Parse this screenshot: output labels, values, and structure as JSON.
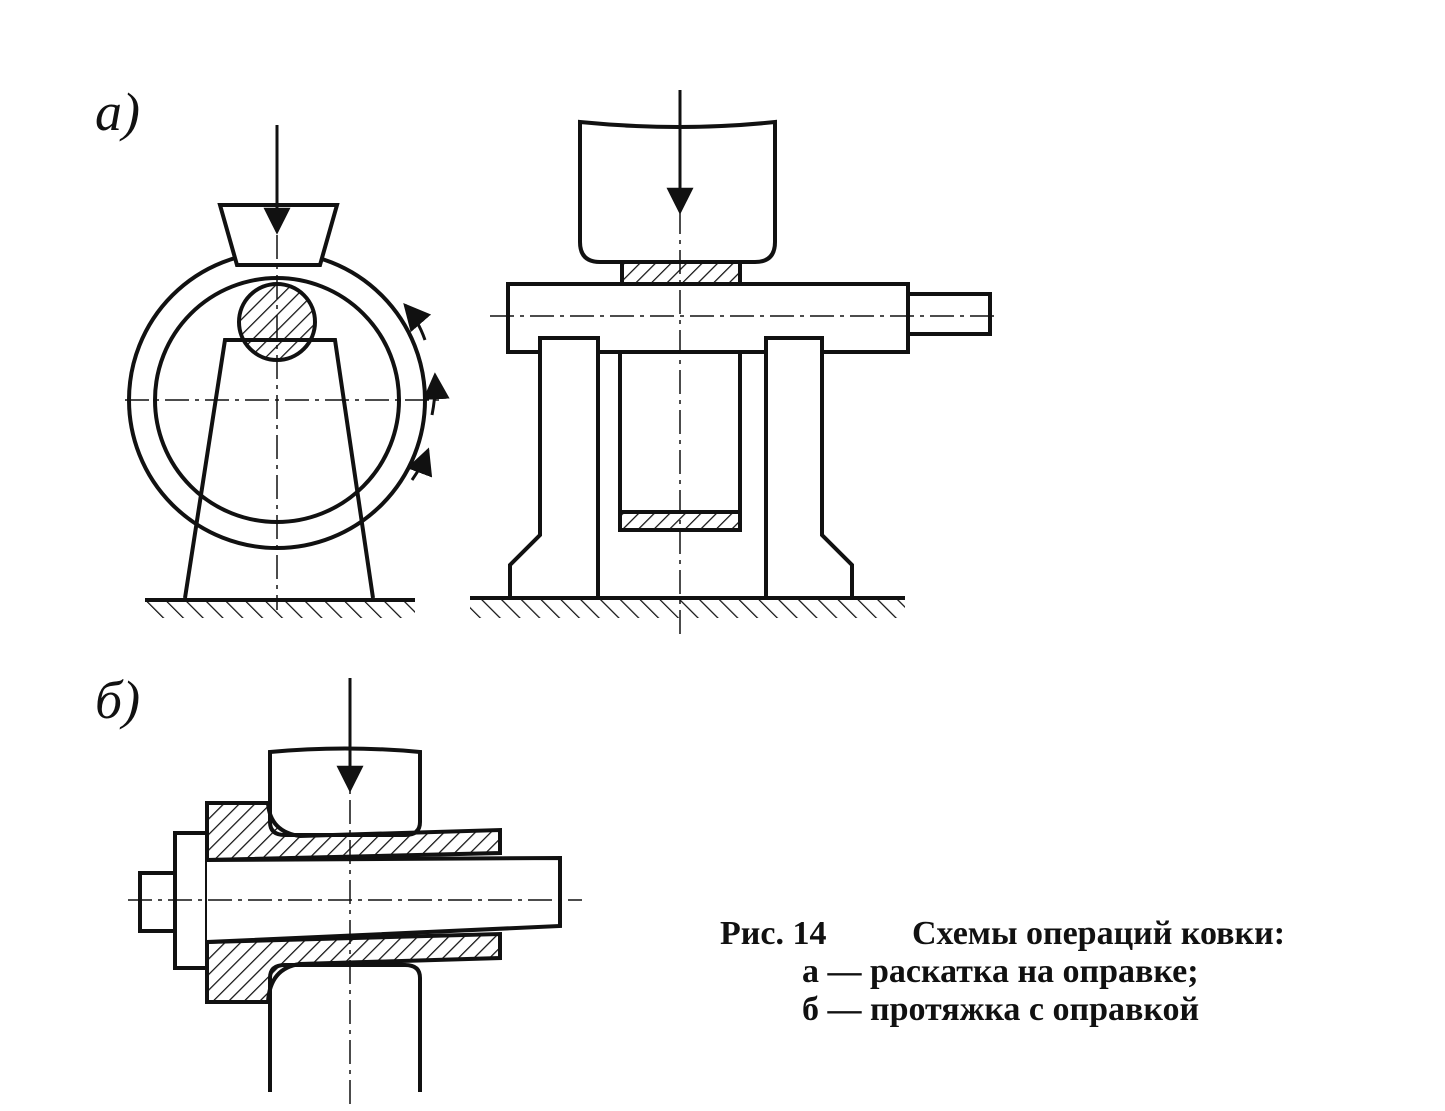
{
  "labels": {
    "panel_a": "а)",
    "panel_b": "б)"
  },
  "caption": {
    "figure_number": "Рис. 14",
    "title": "Схемы операций ковки:",
    "line_a": "а — раскатка на оправке;",
    "line_b": "б — протяжка с оправкой"
  }
}
